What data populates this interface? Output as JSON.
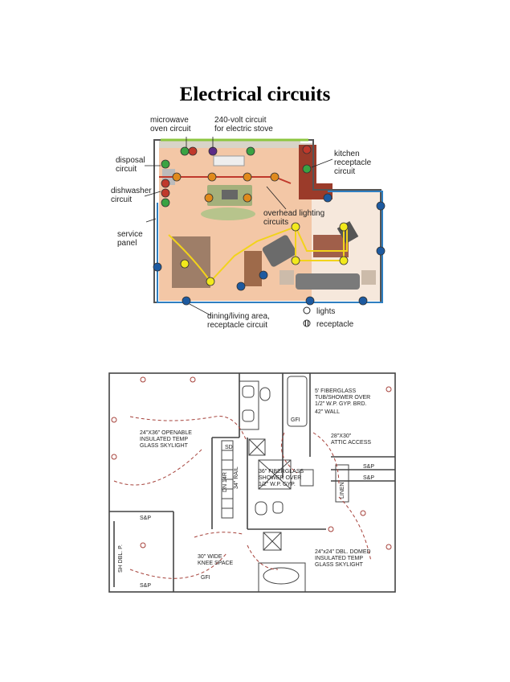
{
  "page_title": "Electrical circuits",
  "top_diagram": {
    "labels": {
      "microwave_1": "microwave",
      "microwave_2": "oven circuit",
      "stove_1": "240-volt circuit",
      "stove_2": "for electric stove",
      "disposal_1": "disposal",
      "disposal_2": "circuit",
      "dishwasher_1": "dishwasher",
      "dishwasher_2": "circuit",
      "panel_1": "service",
      "panel_2": "panel",
      "kitchen_1": "kitchen",
      "kitchen_2": "receptacle",
      "kitchen_3": "circuit",
      "overhead_1": "overhead lighting",
      "overhead_2": "circuits",
      "dining_1": "dining/living area,",
      "dining_2": "receptacle circuit"
    },
    "legend": {
      "lights": "lights",
      "receptacle": "receptacle"
    },
    "colors": {
      "floor_warm": "#f3c7a6",
      "floor_light": "#f6e8dc",
      "lighting_wire": "#f2d31b",
      "light_fixture": "#f2e91c",
      "kitchen_wire": "#c0392b",
      "kitchen_fixture": "#e08a1c",
      "receptacle_wire": "#2f7fc1",
      "receptacle_fixture": "#1d5aa0",
      "green_fixture": "#3aa343",
      "purple_fixture": "#5b2a86",
      "outer_wall": "#8cc63f",
      "counter": "#9b3b2a"
    }
  },
  "bottom_diagram": {
    "labels": {
      "skylight1_1": "24\"X36\" OPENABLE",
      "skylight1_2": "INSULATED TEMP",
      "skylight1_3": "GLASS SKYLIGHT",
      "tub_1": "5' FIBERGLASS",
      "tub_2": "TUB/SHOWER OVER",
      "tub_3": "1/2\" W.P. GYP. BRD.",
      "wall": "42\" WALL",
      "attic_1": "28\"X30\"",
      "attic_2": "ATTIC ACCESS",
      "shower_1": "36\" FIBERGLASS",
      "shower_2": "SHOWER OVER",
      "shower_3": "1/2\" W.P. GYP.",
      "knee_1": "30\" WIDE",
      "knee_2": "KNEE SPACE",
      "skylight2_1": "24\"x24\" DBL. DOMED",
      "skylight2_2": "INSULATED TEMP",
      "skylight2_3": "GLASS SKYLIGHT",
      "linen": "LINEN",
      "rail": "34\" RAIL",
      "dn": "DN 14R",
      "shelf1": "S&P",
      "shelf2": "S&P",
      "shelf3": "S&P",
      "shelf4": "S&P",
      "dbl": "SH DBL. P.",
      "sd": "SD",
      "gfi1": "GFI",
      "gfi2": "GFI"
    }
  }
}
